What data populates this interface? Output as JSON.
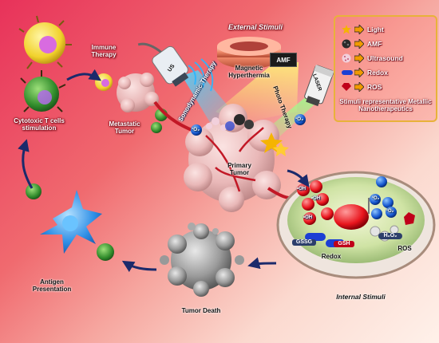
{
  "title": "External Stimuli",
  "internal_title": "Internal Stimuli",
  "legend": {
    "items": [
      {
        "label": "Light",
        "icon": "star-icon",
        "color": "#f5b400"
      },
      {
        "label": "AMF",
        "icon": "dark-particle-icon",
        "color": "#2a2a2a"
      },
      {
        "label": "Ultrasound",
        "icon": "ultrasound-particle-icon",
        "color": "#f2d0dc"
      },
      {
        "label": "Redox",
        "icon": "capsule-icon",
        "color": "#1c3fd4"
      },
      {
        "label": "ROS",
        "icon": "ruby-icon",
        "color": "#c0001a"
      }
    ],
    "footer": "Stimuli representative Metallic Nanotherapeutics"
  },
  "labels": {
    "immune": "Immune Therapy",
    "cytotoxic": "Cytotoxic T cells stimulation",
    "metastatic": "Metastatic Tumor",
    "primary": "Primary Tumor",
    "tumor_death": "Tumor Death",
    "antigen": "Antigen Presentation",
    "magnetic": "Magnetic Hyperthermia",
    "sono": "Sonodynamic Therapy",
    "photo": "Photo Therapy",
    "amf_box": "AMF",
    "laser": "LASER",
    "us": "US",
    "redox": "Redox",
    "ros": "ROS",
    "gssg": "GSSG",
    "gsh": "GSH",
    "h2o2": "H₂O₂",
    "oh": "•OH",
    "o2": "¹O₂"
  },
  "colors": {
    "accent": "#e8325a",
    "legend_border": "#e8b23a",
    "arrow": "#1b2a6b"
  }
}
